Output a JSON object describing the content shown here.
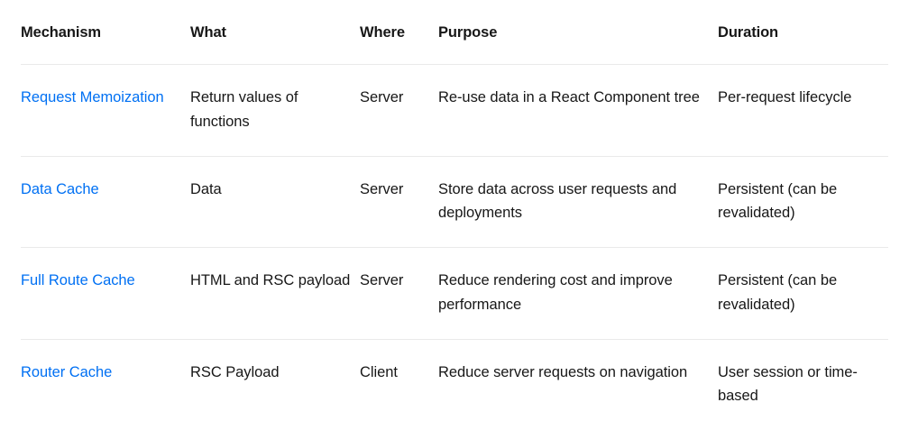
{
  "table": {
    "columns": [
      {
        "key": "mechanism",
        "label": "Mechanism"
      },
      {
        "key": "what",
        "label": "What"
      },
      {
        "key": "where",
        "label": "Where"
      },
      {
        "key": "purpose",
        "label": "Purpose"
      },
      {
        "key": "duration",
        "label": "Duration"
      }
    ],
    "rows": [
      {
        "mechanism": "Request Memoization",
        "what": "Return values of functions",
        "where": "Server",
        "purpose": "Re-use data in a React Component tree",
        "duration": "Per-request lifecycle"
      },
      {
        "mechanism": "Data Cache",
        "what": "Data",
        "where": "Server",
        "purpose": "Store data across user requests and deployments",
        "duration": "Persistent (can be revalidated)"
      },
      {
        "mechanism": "Full Route Cache",
        "what": "HTML and RSC payload",
        "where": "Server",
        "purpose": "Reduce rendering cost and improve performance",
        "duration": "Persistent (can be revalidated)"
      },
      {
        "mechanism": "Router Cache",
        "what": "RSC Payload",
        "where": "Client",
        "purpose": "Reduce server requests on navigation",
        "duration": "User session or time-based"
      }
    ]
  },
  "colors": {
    "link": "#0070f3",
    "text": "#171717",
    "divider": "#eaeaea",
    "background": "#ffffff"
  }
}
